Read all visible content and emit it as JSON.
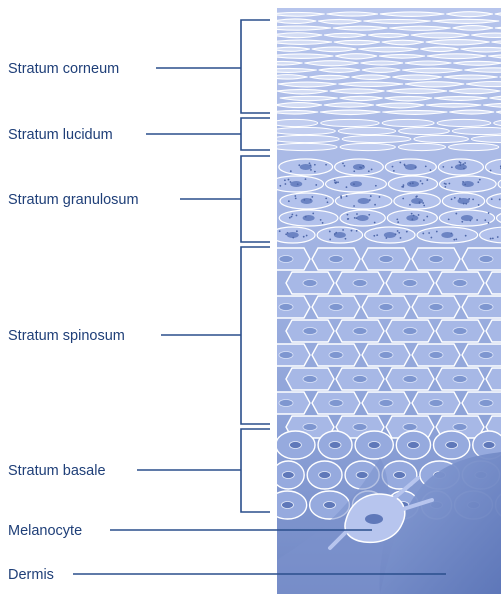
{
  "diagram": {
    "layers": [
      {
        "id": "stratum-corneum",
        "label": "Stratum corneum"
      },
      {
        "id": "stratum-lucidum",
        "label": "Stratum lucidum"
      },
      {
        "id": "stratum-granulosum",
        "label": "Stratum granulosum"
      },
      {
        "id": "stratum-spinosum",
        "label": "Stratum spinosum"
      },
      {
        "id": "stratum-basale",
        "label": "Stratum basale"
      }
    ],
    "structures": [
      {
        "id": "melanocyte",
        "label": "Melanocyte"
      },
      {
        "id": "dermis",
        "label": "Dermis"
      }
    ]
  },
  "colors": {
    "label_text": "#1f3f78",
    "leader_line": "#2a4e8c",
    "bracket": "#2a4e8c",
    "tissue_dark": "#6f86c2",
    "tissue_mid": "#9fb1e0",
    "tissue_light": "#c9d4f1",
    "cell_outline": "#ffffff",
    "dermis": "#7890cc"
  }
}
